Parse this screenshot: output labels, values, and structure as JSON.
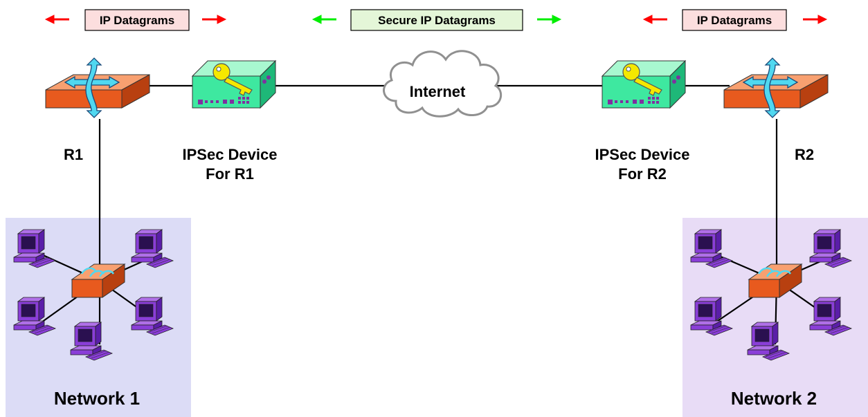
{
  "banners": {
    "left": {
      "text": "IP Datagrams",
      "bg": "#fcdede",
      "arrow_color": "#ff0000"
    },
    "center": {
      "text": "Secure IP Datagrams",
      "bg": "#e4f6d8",
      "arrow_color": "#00ee00"
    },
    "right": {
      "text": "IP Datagrams",
      "bg": "#fcdede",
      "arrow_color": "#ff0000"
    }
  },
  "nodes": {
    "router_left": {
      "label": "R1",
      "color": "#f26a2e",
      "icon": "router-icon"
    },
    "ipsec_left": {
      "label_line1": "IPSec Device",
      "label_line2": "For R1",
      "color": "#3ee8a0",
      "icon": "ipsec-device-icon"
    },
    "internet": {
      "label": "Internet",
      "icon": "cloud-icon"
    },
    "ipsec_right": {
      "label_line1": "IPSec Device",
      "label_line2": "For R2",
      "color": "#3ee8a0",
      "icon": "ipsec-device-icon"
    },
    "router_right": {
      "label": "R2",
      "color": "#f26a2e",
      "icon": "router-icon"
    }
  },
  "networks": {
    "left": {
      "label": "Network 1",
      "bg": "#dcdcf6"
    },
    "right": {
      "label": "Network 2",
      "bg": "#e8dcf6"
    }
  },
  "colors": {
    "computer": "#8a3ed8",
    "switch": "#f26a2e",
    "arrow_cyan": "#50d8f0",
    "key": "#f5e800"
  }
}
